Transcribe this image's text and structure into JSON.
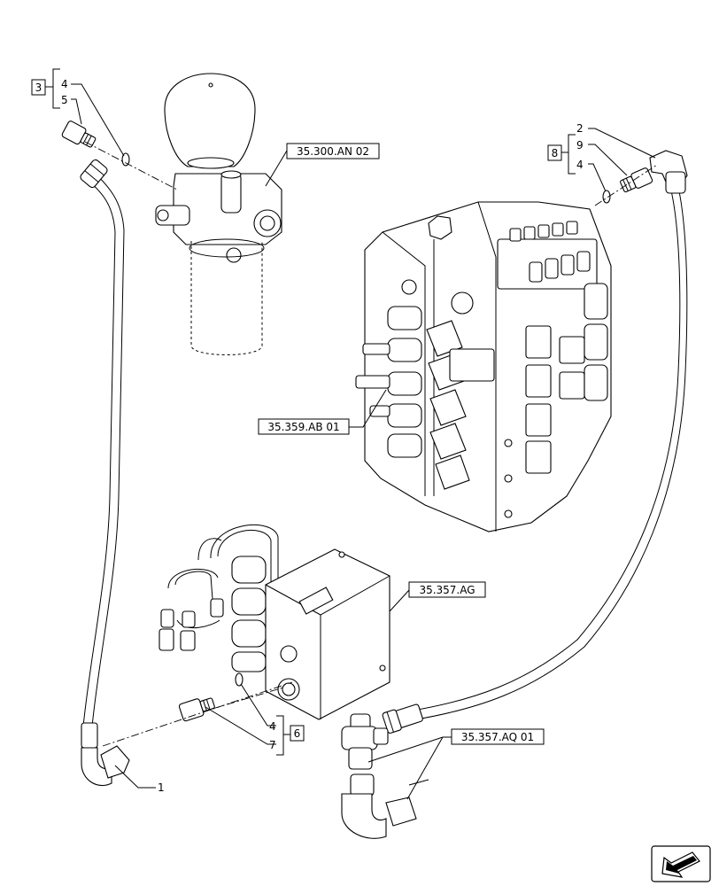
{
  "callouts": {
    "group_top_left": {
      "box": "3",
      "items": [
        "4",
        "5"
      ]
    },
    "group_top_right": {
      "box": "8",
      "items": [
        "2",
        "9",
        "4"
      ]
    },
    "group_bottom": {
      "box": "6",
      "items": [
        "4",
        "7"
      ]
    },
    "hose_left": "1"
  },
  "references": {
    "filter": "35.300.AN 02",
    "main_valve": "35.359.AB 01",
    "small_valve": "35.357.AG",
    "tee_fittings": "35.357.AQ 01"
  }
}
